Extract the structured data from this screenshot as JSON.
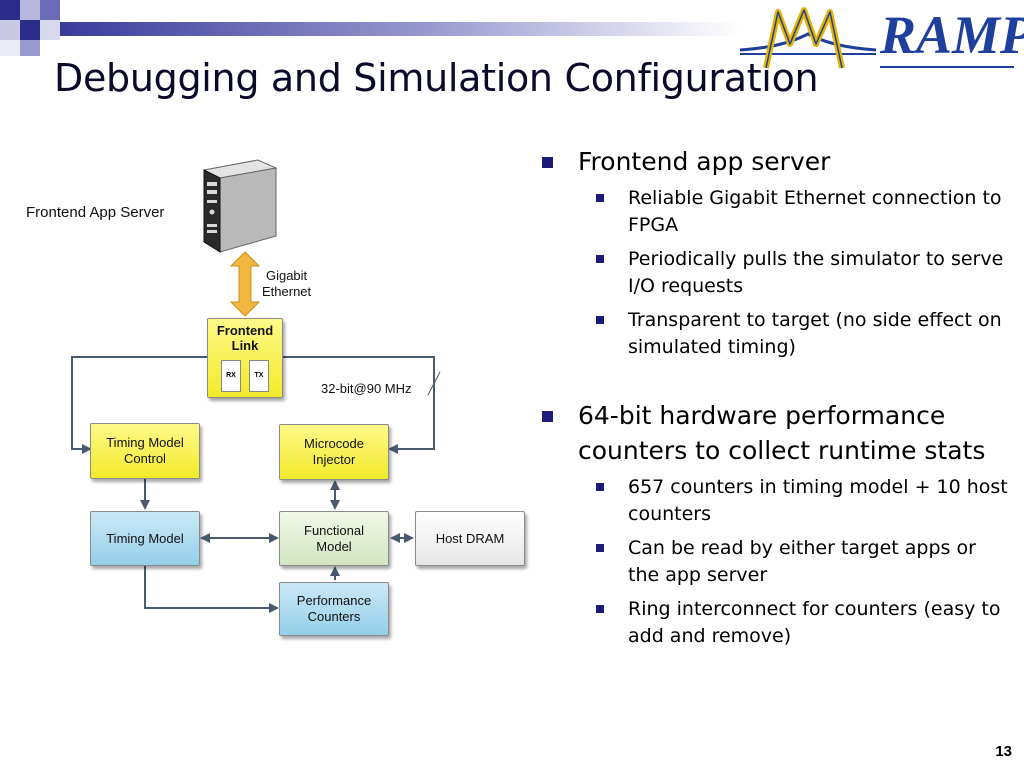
{
  "slide": {
    "title": "Debugging and Simulation Configuration",
    "page_number": "13"
  },
  "logo": {
    "text": "RAMP"
  },
  "diagram": {
    "frontend_app_server": "Frontend App Server",
    "gigabit_ethernet": [
      "Gigabit",
      "Ethernet"
    ],
    "frontend_link": [
      "Frontend",
      "Link"
    ],
    "rx": "RX",
    "tx": "TX",
    "bus_label": "32-bit@90 MHz",
    "timing_model_control": [
      "Timing Model",
      "Control"
    ],
    "microcode_injector": [
      "Microcode",
      "Injector"
    ],
    "timing_model": "Timing Model",
    "functional_model": [
      "Functional",
      "Model"
    ],
    "host_dram": "Host DRAM",
    "performance_counters": [
      "Performance",
      "Counters"
    ]
  },
  "bullets": [
    {
      "text": "Frontend app server",
      "sub": [
        "Reliable Gigabit Ethernet connection to FPGA",
        "Periodically pulls the simulator to serve I/O requests",
        "Transparent to target (no side effect on simulated timing)"
      ]
    },
    {
      "text": "64-bit hardware performance counters to collect runtime stats",
      "sub": [
        "657 counters in timing model + 10 host counters",
        "Can be read by either target apps or the app server",
        "Ring interconnect for counters (easy to add and remove)"
      ]
    }
  ],
  "colors": {
    "title": "#0a0a2a",
    "bullet": "#1c1b7a",
    "yellow_box": "#f2ea29",
    "blue_box": "#94cfe9",
    "green_box": "#d3e6c3",
    "arrow": "#4a5a6e",
    "ethernet_arrow": "#f3b63f",
    "logo": "#1f3f9c"
  }
}
